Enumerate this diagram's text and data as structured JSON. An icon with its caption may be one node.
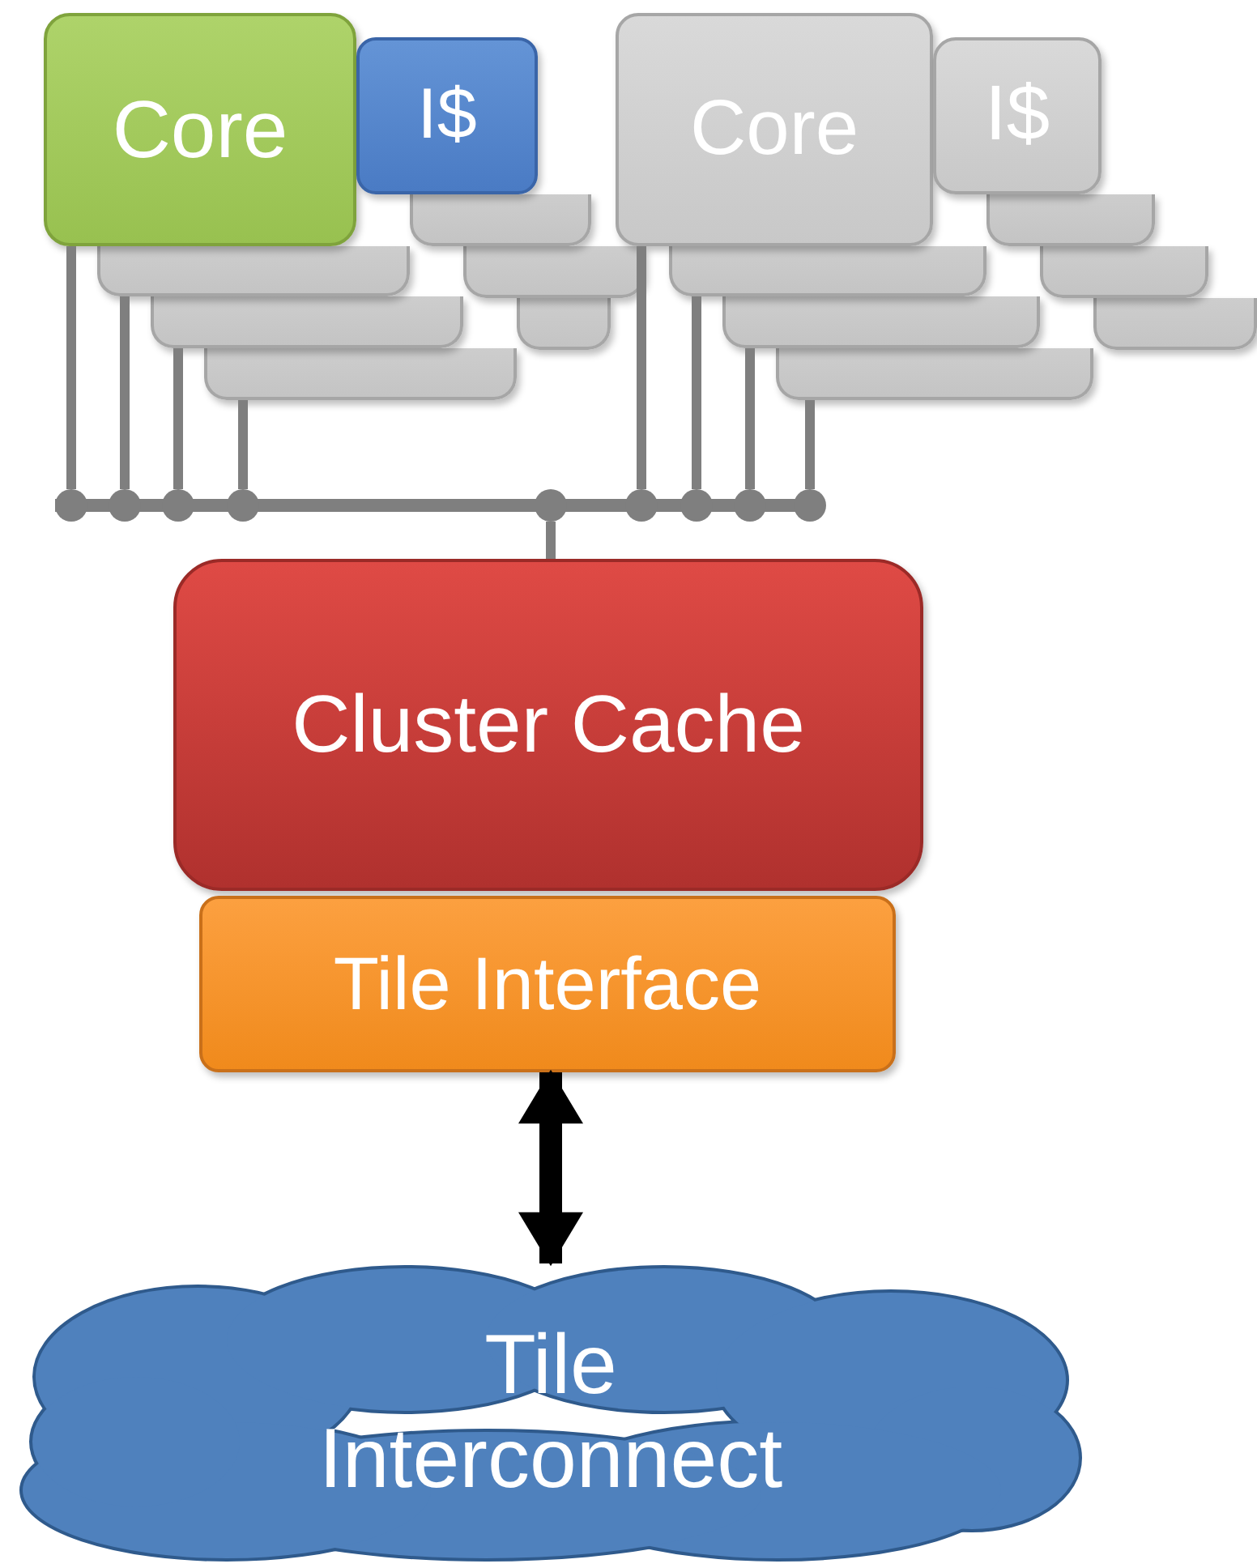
{
  "diagram": {
    "nodes": [
      {
        "text": [
          "Core"
        ]
      },
      {
        "text": [
          "I$"
        ]
      },
      {
        "text": [],
        "shape": "box"
      },
      {
        "text": [],
        "shape": "box"
      },
      {
        "text": [],
        "shape": "box"
      },
      {
        "text": [],
        "shape": "box"
      },
      {
        "text": [],
        "shape": "box"
      },
      {
        "text": [],
        "shape": "box"
      },
      {
        "text": [
          "Core"
        ]
      },
      {
        "text": [
          "I$"
        ]
      },
      {
        "text": [],
        "shape": "box"
      },
      {
        "text": [],
        "shape": "box"
      },
      {
        "text": [],
        "shape": "box"
      },
      {
        "text": [],
        "shape": "box"
      },
      {
        "text": [],
        "shape": "box"
      },
      {
        "text": [],
        "shape": "box"
      },
      {
        "text": [],
        "shape": "bar"
      },
      {
        "text": [
          "Cluster Cache"
        ]
      },
      {
        "text": [
          "Tile Interface"
        ]
      },
      {
        "text": [
          "Tile Interconnect"
        ]
      }
    ],
    "edges": [
      {
        "from": 0,
        "to": 16,
        "arrow": "none"
      },
      {
        "from": 2,
        "to": 16,
        "arrow": "none"
      },
      {
        "from": 3,
        "to": 16,
        "arrow": "none"
      },
      {
        "from": 4,
        "to": 16,
        "arrow": "none"
      },
      {
        "from": 8,
        "to": 16,
        "arrow": "none"
      },
      {
        "from": 10,
        "to": 16,
        "arrow": "none"
      },
      {
        "from": 11,
        "to": 16,
        "arrow": "none"
      },
      {
        "from": 12,
        "to": 16,
        "arrow": "none"
      },
      {
        "from": 16,
        "to": 17,
        "arrow": "none"
      },
      {
        "from": 18,
        "to": 19,
        "arrow": "both",
        "style": "thick",
        "color": "#000000"
      }
    ]
  }
}
